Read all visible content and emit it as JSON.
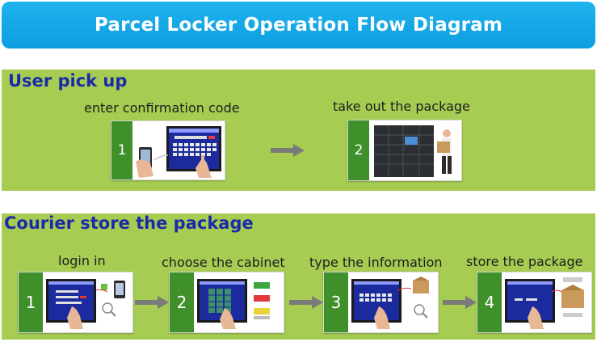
{
  "header": {
    "title": "Parcel Locker Operation Flow Diagram"
  },
  "colors": {
    "header_bg": "#12a7e8",
    "panel_bg": "#a6cc52",
    "section_title": "#1c2aa8",
    "step_number_bg": "#3f8f2a",
    "arrow": "#7a7a7a",
    "screen": "#1b2a9c"
  },
  "user_section": {
    "title": "User pick up",
    "steps": [
      {
        "number": "1",
        "label": "enter confirmation code",
        "icon": "keypad-screen-phone-icon"
      },
      {
        "number": "2",
        "label": "take out the package",
        "icon": "locker-person-icon"
      }
    ]
  },
  "courier_section": {
    "title": "Courier store the package",
    "steps": [
      {
        "number": "1",
        "label": "login in",
        "icon": "login-screen-icon"
      },
      {
        "number": "2",
        "label": "choose the cabinet",
        "icon": "cabinet-select-icon"
      },
      {
        "number": "3",
        "label": "type the information",
        "icon": "type-info-icon"
      },
      {
        "number": "4",
        "label": "store the package",
        "icon": "store-package-icon"
      }
    ]
  }
}
